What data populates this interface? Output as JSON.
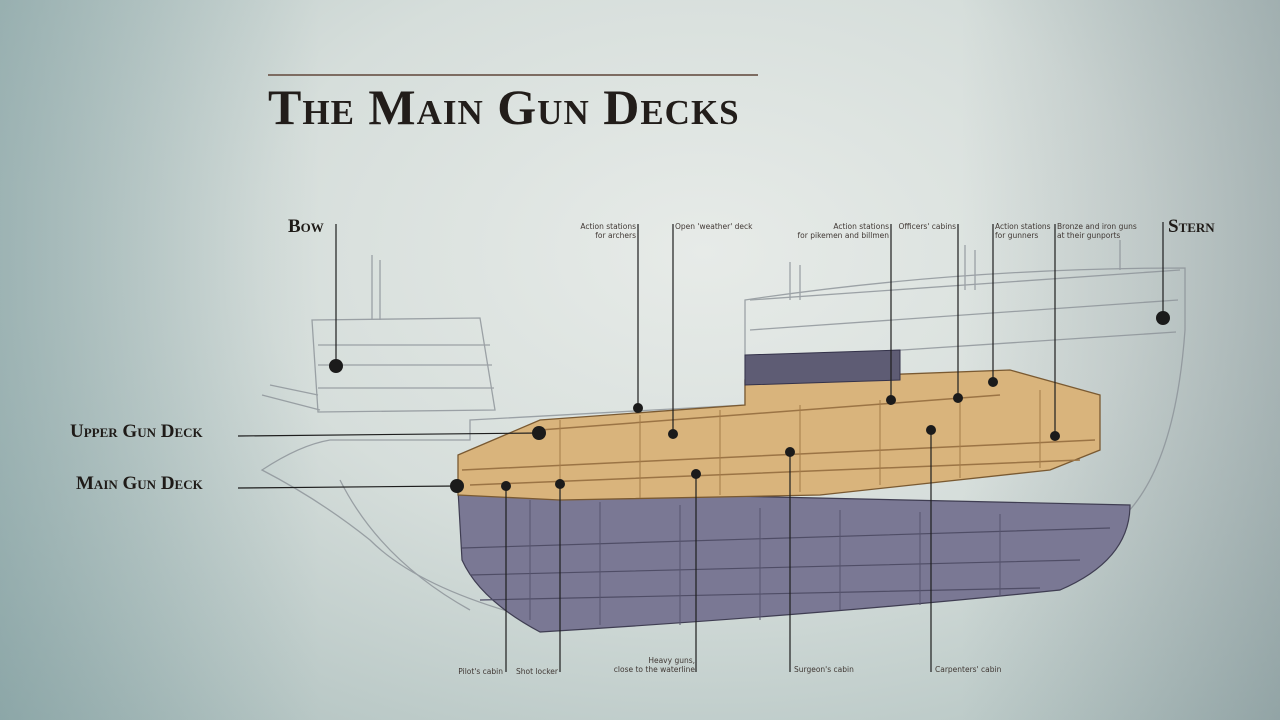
{
  "title": "The Main Gun Decks",
  "orientation": {
    "bow": "Bow",
    "stern": "Stern"
  },
  "decks": {
    "upper": "Upper Gun Deck",
    "main": "Main Gun Deck"
  },
  "callouts_top": {
    "archers": [
      "Action stations",
      "for archers"
    ],
    "weather_deck": "Open 'weather' deck",
    "pikemen": [
      "Action stations",
      "for pikemen and billmen"
    ],
    "officers": "Officers' cabins",
    "gunners": [
      "Action stations",
      "for gunners"
    ],
    "guns": [
      "Bronze and iron guns",
      "at their gunports"
    ]
  },
  "callouts_bottom": {
    "pilot": "Pilot's cabin",
    "shot": "Shot locker",
    "heavy_guns": [
      "Heavy guns,",
      "close to the waterline"
    ],
    "surgeon": "Surgeon's cabin",
    "carpenters": "Carpenters' cabin"
  },
  "colors": {
    "wood": "#d9b47c",
    "wood_dark": "#9b7445",
    "hull_lower": "#6d6a83",
    "outline": "#8a8f96",
    "marker": "#1b1b1b"
  }
}
